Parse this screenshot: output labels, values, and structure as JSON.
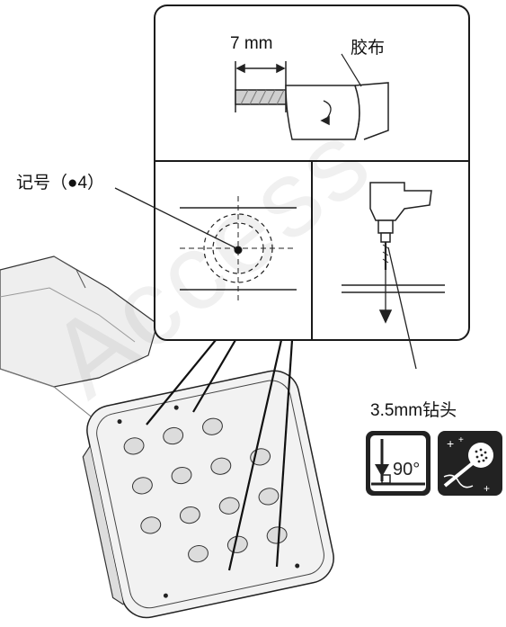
{
  "figure": {
    "dimension": "7 mm",
    "tape_label": "胶布",
    "mark_label": "记号（●4）",
    "drill_label": "3.5mm钻头",
    "angle_label": "90°",
    "watermark": "Access"
  },
  "icons": [
    "perpendicular-90-icon",
    "drill-clean-icon"
  ],
  "colors": {
    "line": "#1a1a1a",
    "panel_fill": "#ffffff",
    "pedal_fill": "#f1f1f1",
    "pedal_shade": "#d9d9d9",
    "icon_bg": "#222222"
  }
}
